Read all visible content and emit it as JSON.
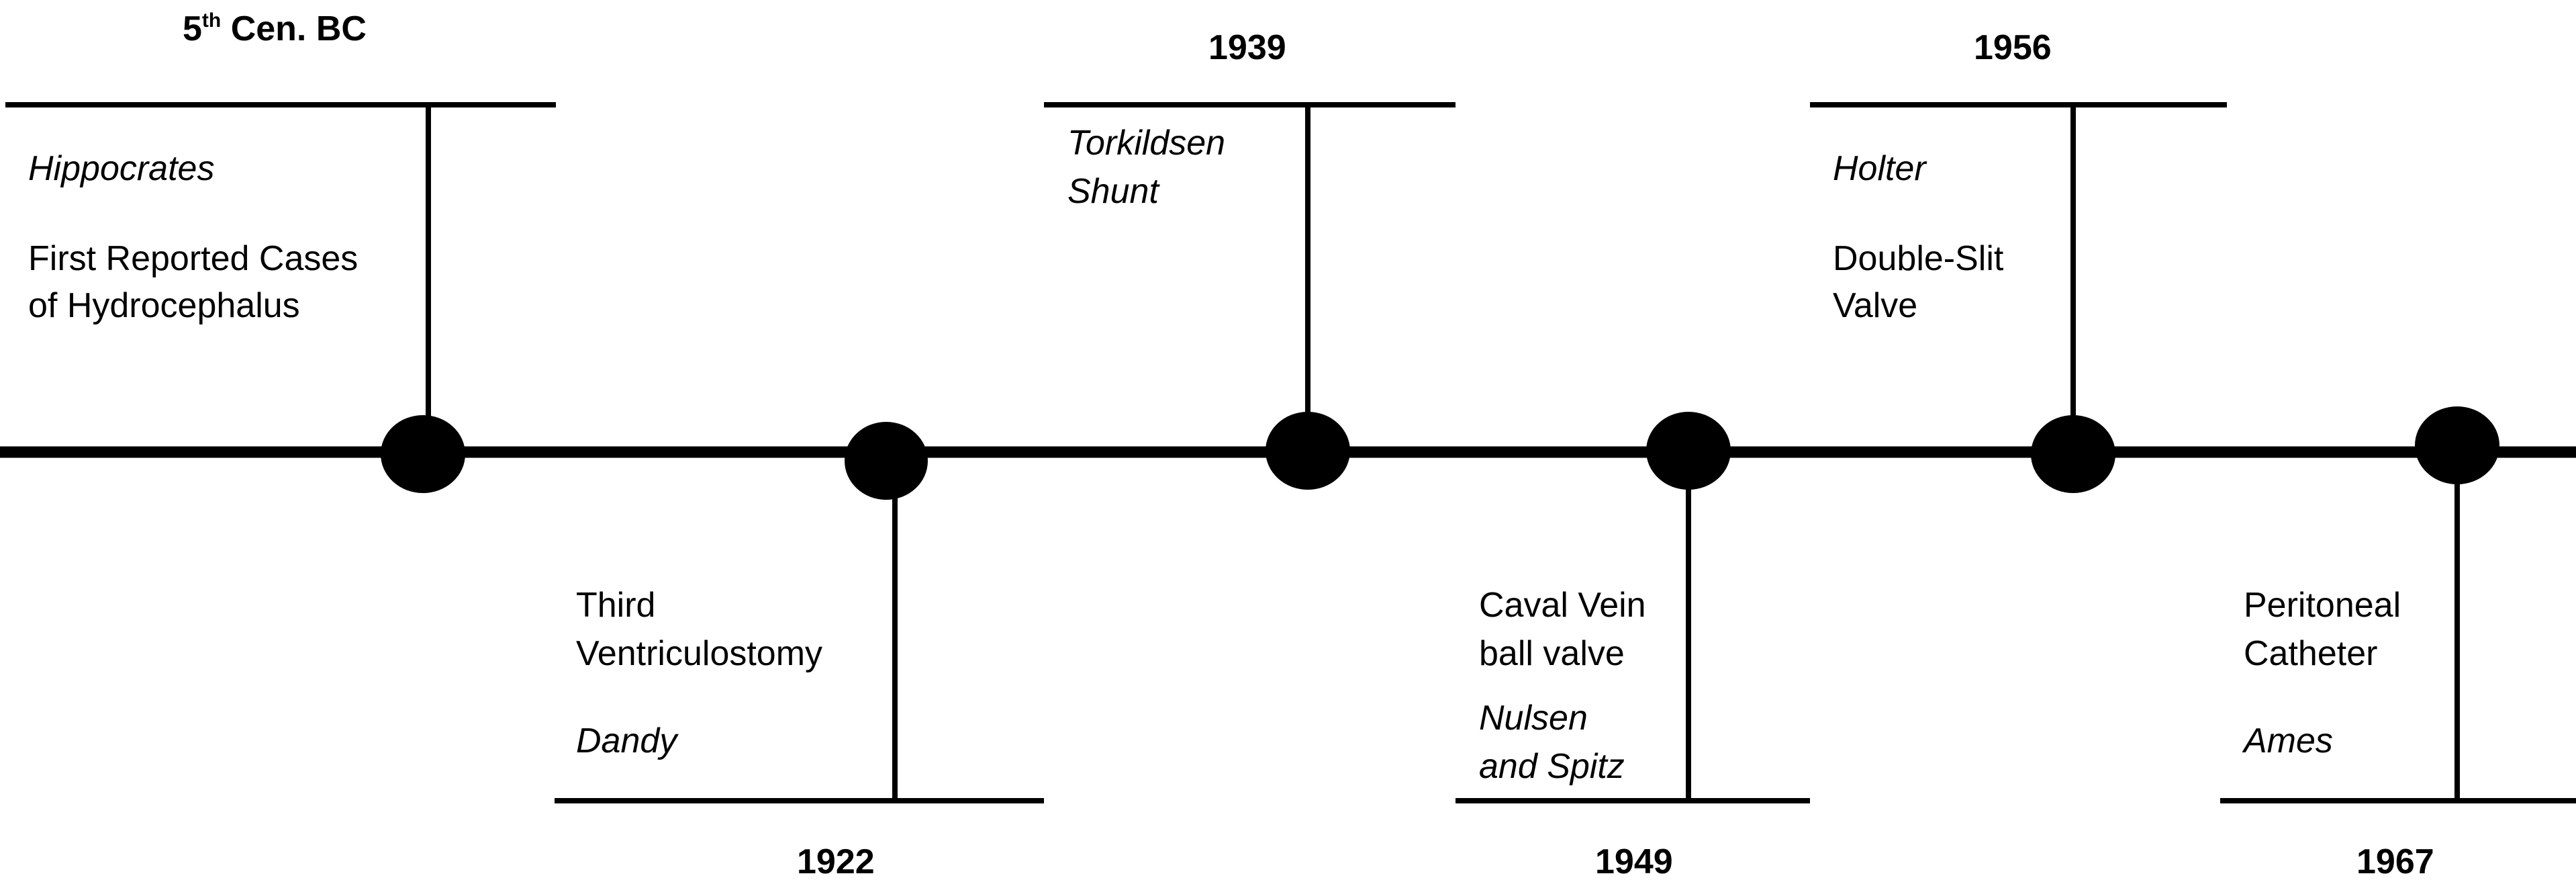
{
  "timeline": {
    "events": [
      {
        "id": "hippocrates",
        "year": "5",
        "year_sup": "th",
        "year_suffix": " Cen. BC",
        "author_lines": [
          "Hippocrates"
        ],
        "description_lines": [
          "First Reported Cases",
          "of Hydrocephalus"
        ]
      },
      {
        "id": "dandy",
        "year": "1922",
        "author_lines": [
          "Dandy"
        ],
        "description_lines": [
          "Third",
          "Ventriculostomy"
        ]
      },
      {
        "id": "torkildsen",
        "year": "1939",
        "author_lines": [
          "Torkildsen",
          "Shunt"
        ],
        "description_lines": []
      },
      {
        "id": "nulsen-spitz",
        "year": "1949",
        "author_lines": [
          "Nulsen",
          "and Spitz"
        ],
        "description_lines": [
          "Caval Vein",
          "ball valve"
        ]
      },
      {
        "id": "holter",
        "year": "1956",
        "author_lines": [
          "Holter"
        ],
        "description_lines": [
          "Double-Slit",
          "Valve"
        ]
      },
      {
        "id": "ames",
        "year": "1967",
        "author_lines": [
          "Ames"
        ],
        "description_lines": [
          "Peritoneal",
          "Catheter"
        ]
      }
    ]
  }
}
